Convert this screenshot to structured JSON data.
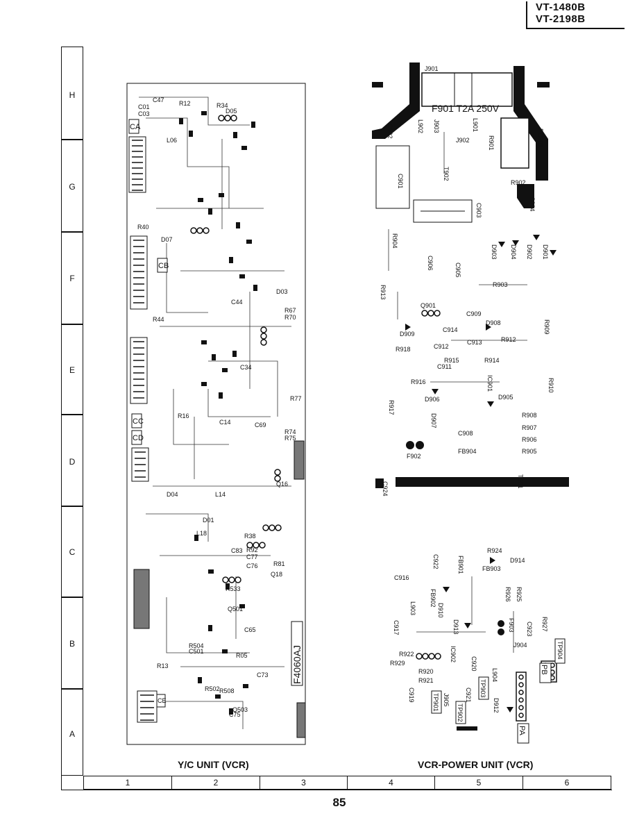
{
  "header": {
    "model_1": "VT-1480B",
    "model_2": "VT-2198B"
  },
  "grid": {
    "rows": [
      "H",
      "G",
      "F",
      "E",
      "D",
      "C",
      "B",
      "A"
    ],
    "columns": [
      "1",
      "2",
      "3",
      "4",
      "5",
      "6"
    ]
  },
  "units": {
    "yc_label": "Y/C UNIT (VCR)",
    "power_label": "VCR-POWER UNIT (VCR)"
  },
  "page_number": "85",
  "yc_board": {
    "connectors": [
      "CA",
      "CB",
      "CC",
      "CD",
      "CE"
    ],
    "marking": "F4060AJ",
    "labels": [
      "C47",
      "R12",
      "C01",
      "C03",
      "R34",
      "D05",
      "L06",
      "R40",
      "D07",
      "R44",
      "R67",
      "R70",
      "R77",
      "R16",
      "L14",
      "D01",
      "L18",
      "R38",
      "R92",
      "C77",
      "C76",
      "C83",
      "Q18",
      "R81",
      "Q16",
      "D04",
      "Q501",
      "R533",
      "R05",
      "R13",
      "C501",
      "C65",
      "R504",
      "R508",
      "Q503",
      "R502",
      "C73",
      "C75",
      "D03",
      "C44",
      "C34",
      "C69",
      "C14",
      "R74",
      "R75"
    ]
  },
  "power_board": {
    "fuse_text": "F901 T2A 250V",
    "components": [
      "J901",
      "C902",
      "L902",
      "J903",
      "L901",
      "J902",
      "R901",
      "PC901",
      "C901",
      "T902",
      "R902",
      "C904",
      "C903",
      "R904",
      "D903",
      "D904",
      "D902",
      "D901",
      "C906",
      "C905",
      "R903",
      "R913",
      "Q901",
      "C909",
      "D908",
      "R909",
      "D909",
      "C914",
      "R915",
      "R912",
      "R918",
      "C912",
      "C913",
      "R910",
      "C911",
      "R914",
      "IC901",
      "R916",
      "R917",
      "D906",
      "D905",
      "D907",
      "C908",
      "FB904",
      "R908",
      "R907",
      "R906",
      "R905",
      "F902",
      "T901",
      "C924",
      "R924",
      "C922",
      "FB901",
      "D914",
      "FB903",
      "C916",
      "L903",
      "FB902",
      "D910",
      "R926",
      "R925",
      "C923",
      "R927",
      "F903",
      "D913",
      "TP904",
      "C917",
      "J904",
      "R922",
      "IC902",
      "R929",
      "R920",
      "C920",
      "L904",
      "PB",
      "TP903",
      "R921",
      "C919",
      "J905",
      "C921",
      "TP901",
      "TP902",
      "D912",
      "PA"
    ]
  }
}
